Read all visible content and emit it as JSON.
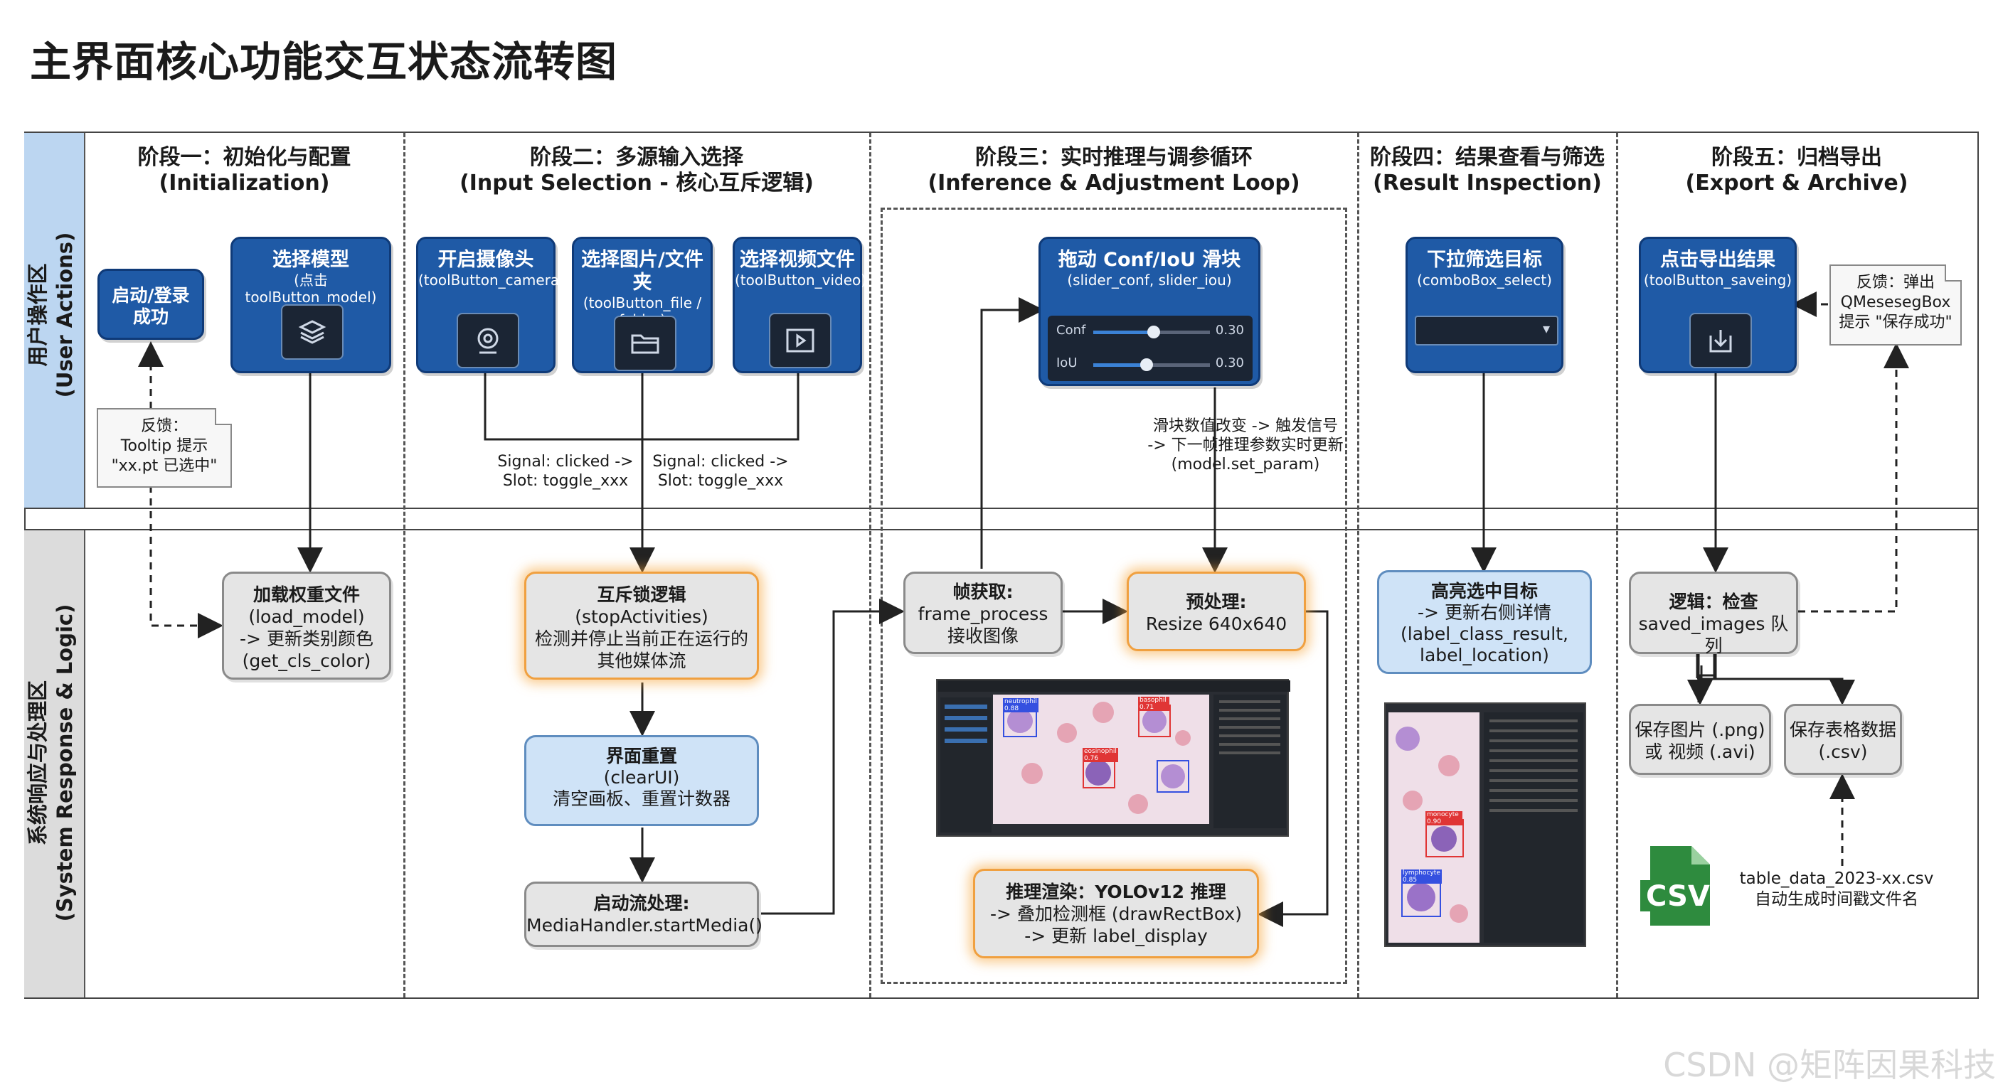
{
  "title": "主界面核心功能交互状态流转图",
  "watermark": "CSDN @矩阵因果科技",
  "lanes": {
    "user": "用户操作区\n(User Actions)",
    "system": "系统响应与处理区\n(System Response & Logic)"
  },
  "stages": [
    {
      "cn": "阶段一：初始化与配置",
      "en": "(Initialization)"
    },
    {
      "cn": "阶段二：多源输入选择",
      "en": "(Input Selection - 核心互斥逻辑)"
    },
    {
      "cn": "阶段三：实时推理与调参循环",
      "en": "(Inference & Adjustment Loop)"
    },
    {
      "cn": "阶段四：结果查看与筛选",
      "en": "(Result Inspection)"
    },
    {
      "cn": "阶段五：归档导出",
      "en": "(Export & Archive)"
    }
  ],
  "user_boxes": {
    "login": "启动/登录\n成功",
    "model": {
      "title": "选择模型",
      "sub": "(点击 toolButton_model)"
    },
    "camera": {
      "title": "开启摄像头",
      "sub": "(toolButton_camera)"
    },
    "file": {
      "title": "选择图片/文件夹",
      "sub": "(toolButton_file /\nfolder)"
    },
    "video": {
      "title": "选择视频文件",
      "sub": "(toolButton_video)"
    },
    "slider": {
      "title": "拖动 Conf/IoU 滑块",
      "sub": "(slider_conf, slider_iou)",
      "conf_label": "Conf",
      "conf_value": "0.30",
      "iou_label": "IoU",
      "iou_value": "0.30",
      "conf_level": 0.3,
      "iou_level": 0.3
    },
    "select": {
      "title": "下拉筛选目标",
      "sub": "(comboBox_select)"
    },
    "export": {
      "title": "点击导出结果",
      "sub": "(toolButton_saveing)"
    }
  },
  "notes": {
    "tooltip": "反馈：\nTooltip 提示\n\"xx.pt 已选中\"",
    "export_feedback": "反馈：弹出\nQMesesegBox\n提示 \"保存成功\""
  },
  "signals": {
    "left": "Signal: clicked ->\nSlot: toggle_xxx",
    "right": "Signal: clicked ->\nSlot: toggle_xxx",
    "slider": "滑块数值改变 -> 触发信号\n-> 下一帧推理参数实时更新\n(model.set_param)"
  },
  "system_boxes": {
    "load": {
      "title": "加载权重文件",
      "body": "(load_model)\n-> 更新类别颜色\n(get_cls_color)"
    },
    "mutex": {
      "title": "互斥锁逻辑",
      "body": "(stopActivities)\n检测并停止当前正在运行的\n其他媒体流"
    },
    "reset": {
      "title": "界面重置",
      "body": "(clearUI)\n清空画板、重置计数器"
    },
    "start": {
      "title": "启动流处理:",
      "body": "MediaHandler.startMedia()"
    },
    "frame": {
      "title": "帧获取:",
      "body": "frame_process\n接收图像"
    },
    "preprocess": {
      "title": "预处理:",
      "body": "Resize 640x640"
    },
    "render": {
      "title": "推理渲染：YOLOv12 推理",
      "body": "-> 叠加检测框 (drawRectBox)\n-> 更新 label_display"
    },
    "highlight": {
      "title": "高亮选中目标",
      "body": "-> 更新右侧详情\n(label_class_result,\nlabel_location)"
    },
    "logic": {
      "title": "逻辑：检查",
      "body": "saved_images 队列"
    },
    "save_img": "保存图片 (.png)\n或 视频 (.avi)",
    "save_csv": "保存表格数据\n(.csv)",
    "csv_caption": "table_data_2023-xx.csv\n自动生成时间戳文件名",
    "csv_icon_text": "CSV"
  },
  "screenshot_labels": {
    "a": "neutrophil 0.88",
    "b": "eosinophil 0.76",
    "c": "basophil 0.71",
    "d": "monocyte 0.90",
    "e": "lymphocyte 0.85"
  },
  "colors": {
    "user_blue": "#1f5aa6",
    "lane_blue": "#bcd6f1",
    "glow_orange": "#f0a040",
    "csv_green": "#2e8b3e"
  }
}
